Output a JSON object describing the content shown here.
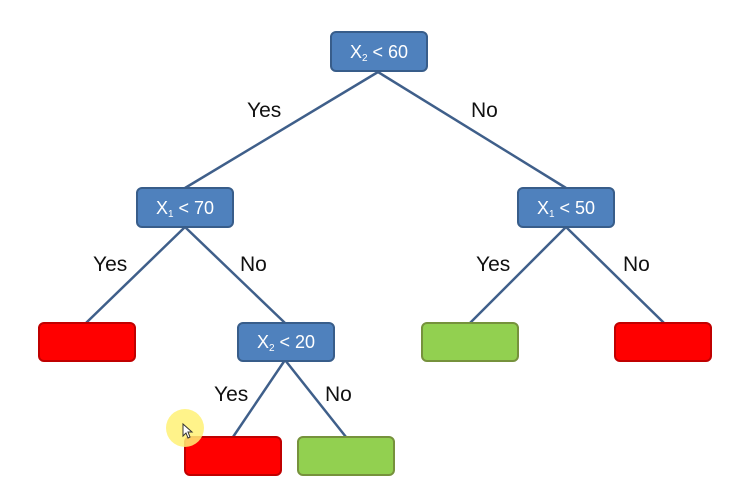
{
  "colors": {
    "decision_fill": "#4f81bd",
    "decision_stroke": "#385d8a",
    "edge": "#3f5f8a",
    "red_leaf_fill": "#ff0000",
    "red_leaf_stroke": "#c00000",
    "green_leaf_fill": "#92d050",
    "green_leaf_stroke": "#76923c",
    "cursor_highlight": "#fff176"
  },
  "nodes": {
    "root": {
      "var": "X",
      "sub": "2",
      "rest": " < 60"
    },
    "left": {
      "var": "X",
      "sub": "1",
      "rest": " < 70"
    },
    "right": {
      "var": "X",
      "sub": "1",
      "rest": " < 50"
    },
    "left_no": {
      "var": "X",
      "sub": "2",
      "rest": " < 20"
    }
  },
  "leaves": {
    "left_yes": "red",
    "left_no_yes": "red",
    "left_no_no": "green",
    "right_yes": "green",
    "right_no": "red"
  },
  "labels": {
    "root_yes": "Yes",
    "root_no": "No",
    "left_yes": "Yes",
    "left_no": "No",
    "right_yes": "Yes",
    "right_no": "No",
    "left_no_yes": "Yes",
    "left_no_no": "No"
  },
  "icons": {
    "cursor": "mouse-pointer-icon"
  }
}
